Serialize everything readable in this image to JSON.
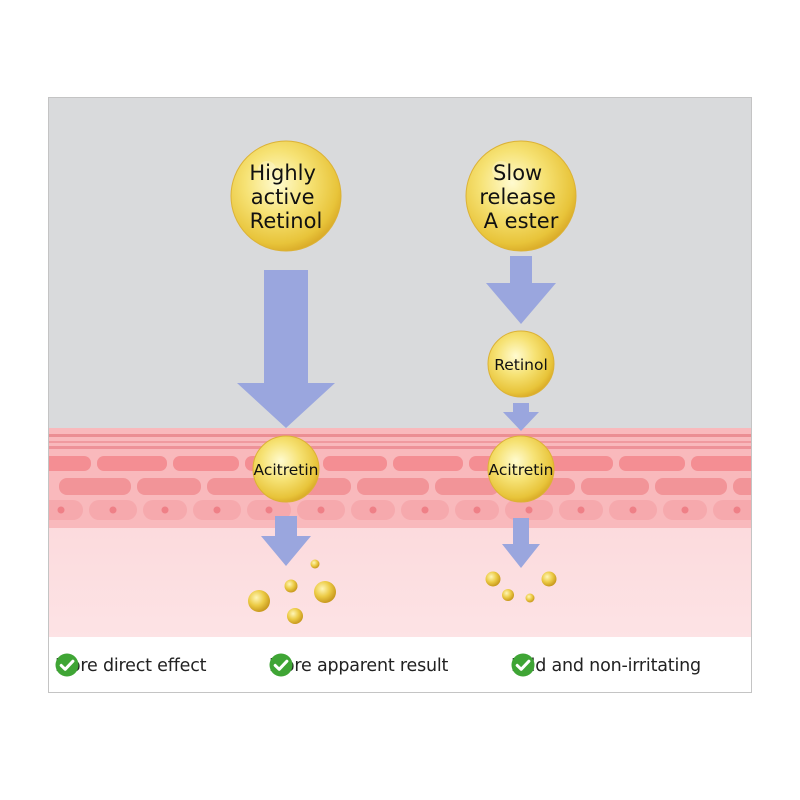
{
  "diagram": {
    "left_column": {
      "source_label_lines": [
        "Highly",
        "active",
        "Retinol"
      ],
      "result_label": "Acitretin"
    },
    "right_column": {
      "source_label_lines": [
        "Slow",
        "release",
        "A ester"
      ],
      "intermediate_label": "Retinol",
      "result_label": "Acitretin"
    }
  },
  "legend": {
    "items": [
      {
        "label": "More direct effect",
        "icon": "check-circle-icon"
      },
      {
        "label": "More apparent result",
        "icon": "check-circle-icon"
      },
      {
        "label": "Mild and non-irritating",
        "icon": "check-circle-icon"
      }
    ]
  },
  "colors": {
    "background_gray": "#d9dadc",
    "skin_pink": "#f7a6aa",
    "skin_cell": "#f38d92",
    "dermis": "#fbd5d8",
    "arrow": "#9aa6de",
    "bubble_gold": "#f4dc52",
    "check_green": "#3fa535"
  }
}
